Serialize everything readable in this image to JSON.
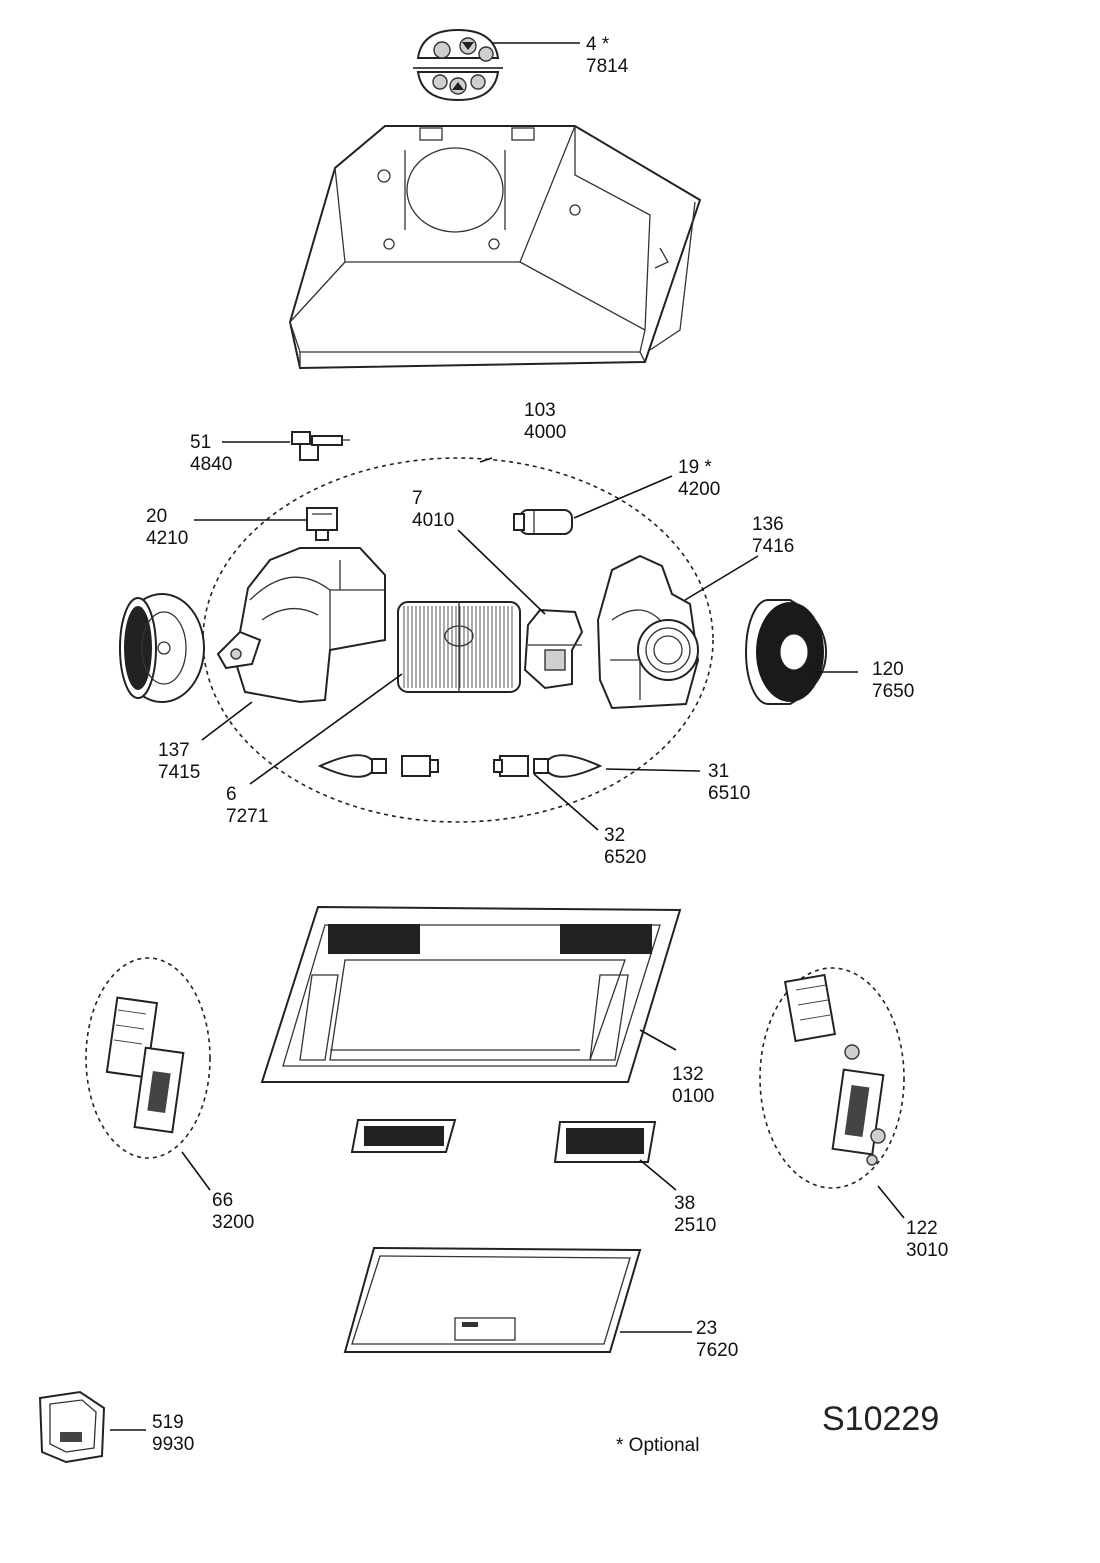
{
  "diagram_code": "S10229",
  "optional_note": "* Optional",
  "callouts": [
    {
      "id": "c4",
      "num": "4 *",
      "code": "7814"
    },
    {
      "id": "c103",
      "num": "103",
      "code": "4000"
    },
    {
      "id": "c51",
      "num": "51",
      "code": "4840"
    },
    {
      "id": "c19",
      "num": "19 *",
      "code": "4200"
    },
    {
      "id": "c20",
      "num": "20",
      "code": "4210"
    },
    {
      "id": "c7",
      "num": "7",
      "code": "4010"
    },
    {
      "id": "c136",
      "num": "136",
      "code": "7416"
    },
    {
      "id": "c120",
      "num": "120",
      "code": "7650"
    },
    {
      "id": "c137",
      "num": "137",
      "code": "7415"
    },
    {
      "id": "c6",
      "num": "6",
      "code": "7271"
    },
    {
      "id": "c31",
      "num": "31",
      "code": "6510"
    },
    {
      "id": "c32",
      "num": "32",
      "code": "6520"
    },
    {
      "id": "c132",
      "num": "132",
      "code": "0100"
    },
    {
      "id": "c66",
      "num": "66",
      "code": "3200"
    },
    {
      "id": "c38",
      "num": "38",
      "code": "2510"
    },
    {
      "id": "c122",
      "num": "122",
      "code": "3010"
    },
    {
      "id": "c23",
      "num": "23",
      "code": "7620"
    },
    {
      "id": "c519",
      "num": "519",
      "code": "9930"
    }
  ]
}
